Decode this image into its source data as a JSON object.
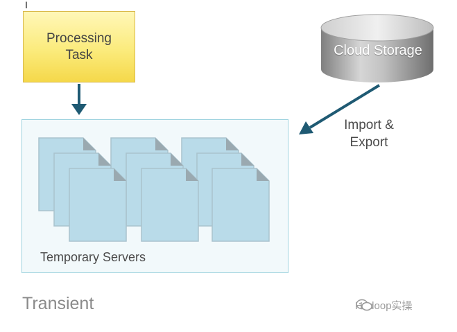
{
  "diagram": {
    "task_label": "Processing Task",
    "storage_label": "Cloud Storage",
    "io_label": "Import & Export",
    "panel_label": "Temporary Servers",
    "footer_label": "Transient",
    "watermark_text": "Hadoop实操",
    "server_count": 9,
    "colors": {
      "arrow": "#1f5a73",
      "task_fill": "#fbeb7c",
      "panel_border": "#9fd3df",
      "server_fill": "#b9dbe9",
      "cylinder": "#a8a8a8"
    },
    "icons": [
      "text-cursor-icon",
      "storage-cylinder-icon",
      "server-document-icon",
      "wechat-icon"
    ]
  }
}
